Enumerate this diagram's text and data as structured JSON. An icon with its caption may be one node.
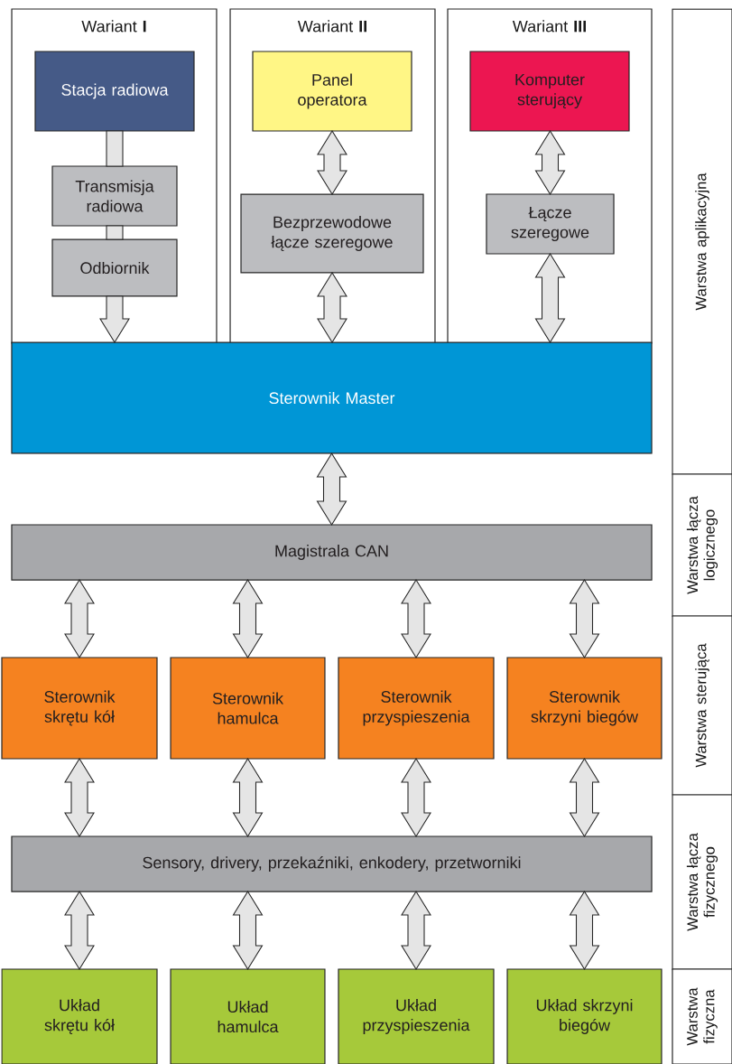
{
  "diagram": {
    "nodes": [
      {
        "text": [
          "Wariant **I**"
        ]
      },
      {
        "text": [
          "Stacja radiowa"
        ],
        "in": 0
      },
      {
        "text": [
          "Transmisja radiowa"
        ],
        "in": 0
      },
      {
        "text": [
          "Odbiornik"
        ],
        "in": 0
      },
      {
        "text": [
          "Wariant **II**"
        ]
      },
      {
        "text": [
          "Panel operatora"
        ],
        "in": 4
      },
      {
        "text": [
          "Bezprzewodowe łącze szeregowe"
        ],
        "in": 4
      },
      {
        "text": [
          "Wariant **III**"
        ]
      },
      {
        "text": [
          "Komputer sterujący"
        ],
        "in": 7
      },
      {
        "text": [
          "Łącze szeregowe"
        ],
        "in": 7
      },
      {
        "text": [
          "Sterownik Master"
        ]
      },
      {
        "text": [
          "Magistrala CAN"
        ]
      },
      {
        "text": [
          "Sterownik skrętu kół"
        ]
      },
      {
        "text": [
          "Sterownik hamulca"
        ]
      },
      {
        "text": [
          "Sterownik przyspieszenia"
        ]
      },
      {
        "text": [
          "Sterownik skrzyni biegów"
        ]
      },
      {
        "text": [
          "Sensory, drivery, przekaźniki, enkodery, przetworniki"
        ]
      },
      {
        "text": [
          "Układ skrętu kół"
        ]
      },
      {
        "text": [
          "Układ hamulca"
        ]
      },
      {
        "text": [
          "Układ przyspieszenia"
        ]
      },
      {
        "text": [
          "Układ skrzyni biegów"
        ]
      },
      {
        "text": [
          "Warstwa aplikacyjna"
        ]
      },
      {
        "text": [
          "Warstwa łącza logicznego"
        ]
      },
      {
        "text": [
          "Warstwa sterująca"
        ]
      },
      {
        "text": [
          "Warstwa łącza fizycznego"
        ]
      },
      {
        "text": [
          "Warstwa fizyczna"
        ]
      }
    ],
    "edges": [
      {
        "from": 1,
        "to": 2,
        "arrow": "none"
      },
      {
        "from": 2,
        "to": 3,
        "arrow": "none"
      },
      {
        "from": 3,
        "to": 10,
        "arrow": "to"
      },
      {
        "from": 5,
        "to": 6,
        "arrow": "both"
      },
      {
        "from": 6,
        "to": 10,
        "arrow": "both"
      },
      {
        "from": 8,
        "to": 9,
        "arrow": "both"
      },
      {
        "from": 9,
        "to": 10,
        "arrow": "both"
      },
      {
        "from": 10,
        "to": 11,
        "arrow": "both"
      },
      {
        "from": 11,
        "to": 12,
        "arrow": "both"
      },
      {
        "from": 11,
        "to": 13,
        "arrow": "both"
      },
      {
        "from": 11,
        "to": 14,
        "arrow": "both"
      },
      {
        "from": 11,
        "to": 15,
        "arrow": "both"
      },
      {
        "from": 12,
        "to": 16,
        "arrow": "both"
      },
      {
        "from": 13,
        "to": 16,
        "arrow": "both"
      },
      {
        "from": 14,
        "to": 16,
        "arrow": "both"
      },
      {
        "from": 15,
        "to": 16,
        "arrow": "both"
      },
      {
        "from": 16,
        "to": 17,
        "arrow": "both"
      },
      {
        "from": 16,
        "to": 18,
        "arrow": "both"
      },
      {
        "from": 16,
        "to": 19,
        "arrow": "both"
      },
      {
        "from": 16,
        "to": 20,
        "arrow": "both"
      }
    ]
  }
}
